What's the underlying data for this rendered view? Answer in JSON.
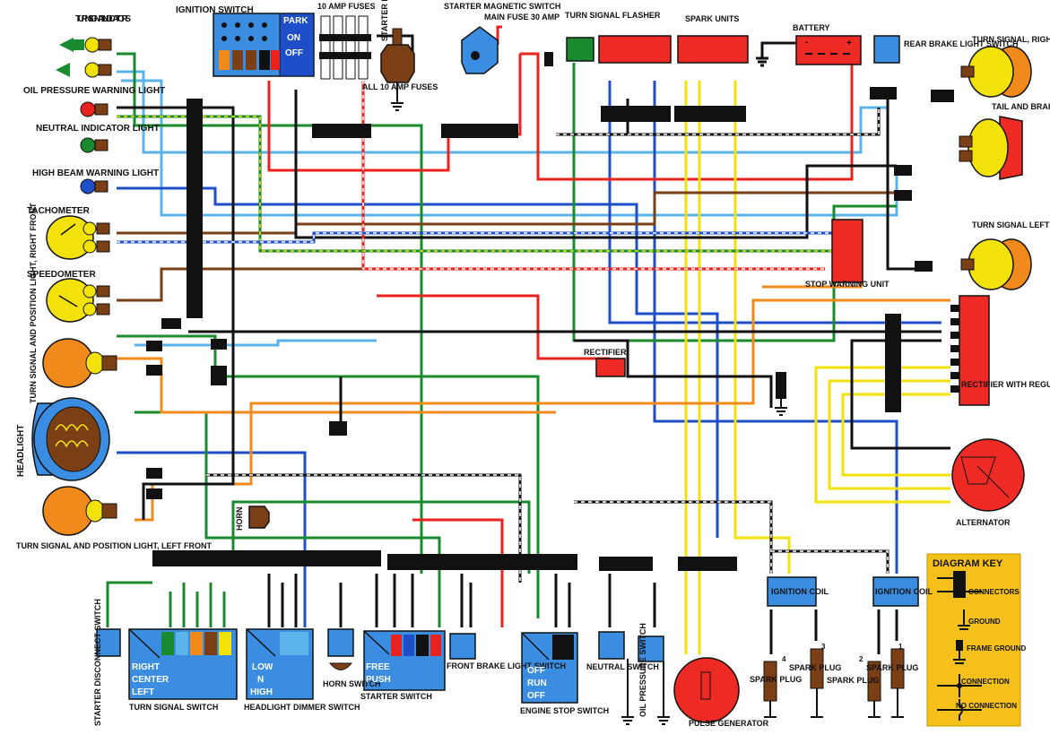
{
  "labels": {
    "turn_signal_indicators": "TURN SIGNAL INDICATORS",
    "oil_pressure_warning_light": "OIL PRESSURE WARNING LIGHT",
    "neutral_indicator_light": "NEUTRAL INDICATOR LIGHT",
    "high_beam_warning_light": "HIGH BEAM WARNING LIGHT",
    "tachometer": "TACHOMETER",
    "speedometer": "SPEEDOMETER",
    "turn_signal_right_front": "TURN SIGNAL AND POSITION LIGHT, RIGHT FRONT",
    "headlight": "HEADLIGHT",
    "turn_signal_left_front": "TURN SIGNAL AND POSITION LIGHT, LEFT FRONT",
    "ignition_switch": "IGNITION SWITCH",
    "fuses_10amp": "10 AMP FUSES",
    "all_10amp_fuses": "ALL 10 AMP FUSES",
    "starter_motor": "STARTER MOTOR",
    "starter_magnetic_switch": "STARTER MAGNETIC SWITCH",
    "main_fuse": "MAIN FUSE 30 AMP",
    "turn_signal_flasher": "TURN SIGNAL FLASHER",
    "spark_units": "SPARK UNITS",
    "battery": "BATTERY",
    "rear_brake_light_switch": "REAR BRAKE LIGHT SWITCH",
    "turn_signal_right_rear": "TURN SIGNAL, RIGHT REAR",
    "tail_and_brake_light": "TAIL AND BRAKE LIGHT",
    "turn_signal_left_rear": "TURN SIGNAL LEFT REAR",
    "stop_warning_unit": "STOP WARNING UNIT",
    "rectifier": "RECTIFIER",
    "rectifier_with_regulator": "RECTIFIER WITH REGULATOR",
    "alternator": "ALTERNATOR",
    "horn": "HORN",
    "ignition_coil": "IGNITION COIL",
    "spark_plug": "SPARK PLUG",
    "starter_disconnect_switch": "STARTER DISCONNECT SWITCH",
    "turn_signal_switch": "TURN SIGNAL SWITCH",
    "headlight_dimmer_switch": "HEADLIGHT DIMMER SWITCH",
    "horn_switch": "HORN SWITCH",
    "starter_switch": "STARTER SWITCH",
    "front_brake_light_switch": "FRONT BRAKE LIGHT SWITCH",
    "engine_stop_switch": "ENGINE STOP SWITCH",
    "neutral_switch": "NEUTRAL SWITCH",
    "oil_pressure_switch": "OIL PRESSURE SWITCH",
    "pulse_generator": "PULSE GENERATOR"
  },
  "switch_positions": {
    "ignition": [
      "PARK",
      "ON",
      "OFF"
    ],
    "turn_signal": [
      "RIGHT",
      "CENTER",
      "LEFT"
    ],
    "dimmer": [
      "LOW",
      "N",
      "HIGH"
    ],
    "starter": [
      "FREE",
      "PUSH"
    ],
    "engine_stop": [
      "OFF",
      "RUN",
      "OFF"
    ]
  },
  "plug_numbers": [
    "4",
    "3",
    "2",
    "1"
  ],
  "key": {
    "title": "DIAGRAM KEY",
    "items": [
      "CONNECTORS",
      "GROUND",
      "FRAME GROUND",
      "CONNECTION",
      "NO CONNECTION"
    ]
  },
  "colors": {
    "black": "#111111",
    "red": "#e8231f",
    "yellow": "#f2e20a",
    "green": "#1a8a2e",
    "blue": "#1e4fc8",
    "light_blue": "#5ab4ea",
    "orange": "#f08a1a",
    "brown": "#7a3f14",
    "white": "#ffffff",
    "component_blue": "#3a8de0",
    "component_red": "#ee2a24",
    "key_bg": "#f5c01a"
  }
}
